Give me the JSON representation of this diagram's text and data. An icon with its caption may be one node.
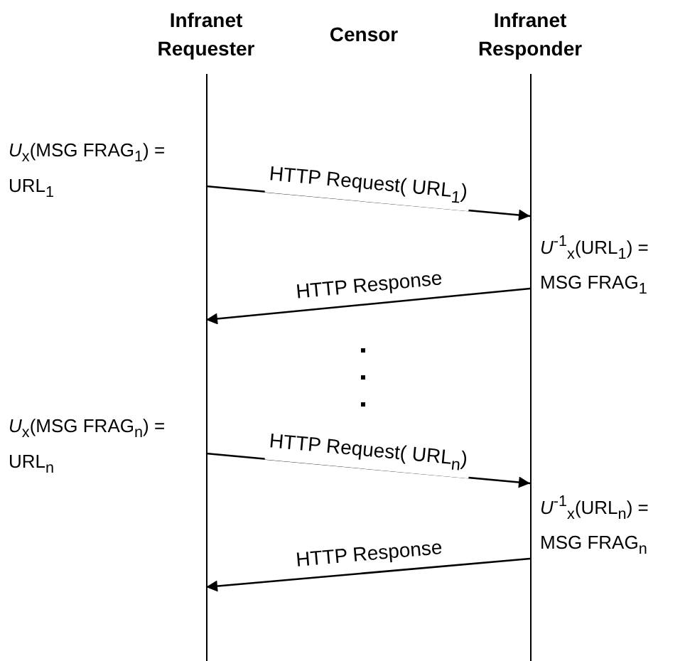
{
  "diagram": {
    "nodes": [
      {
        "text": [
          "Infranet Requester"
        ]
      },
      {
        "text": [
          "Censor"
        ]
      },
      {
        "text": [
          "Infranet Responder"
        ]
      }
    ],
    "edges": [
      {
        "from": 0,
        "to": 2,
        "arrow": "to",
        "label": "HTTP Request( URL$_{1}$)"
      },
      {
        "from": 2,
        "to": 0,
        "arrow": "to",
        "label": "HTTP Response"
      },
      {
        "from": 0,
        "to": 2,
        "arrow": "to",
        "label": "HTTP Request( URL$_{n}$)"
      },
      {
        "from": 2,
        "to": 0,
        "arrow": "to",
        "label": "HTTP Response"
      }
    ],
    "labels": [
      "*U*$_{x}$(MSG FRAG$_{1}$) = URL$_{1}$",
      "*U*$^{-1}$$_{x}$(URL$_{1}$) = MSG FRAG$_{1}$",
      "*U*$_{x}$(MSG FRAG$_{n}$) = URL$_{n}$",
      "*U*$^{-1}$$_{x}$(URL$_{n}$) = MSG FRAG$_{n}$"
    ]
  }
}
